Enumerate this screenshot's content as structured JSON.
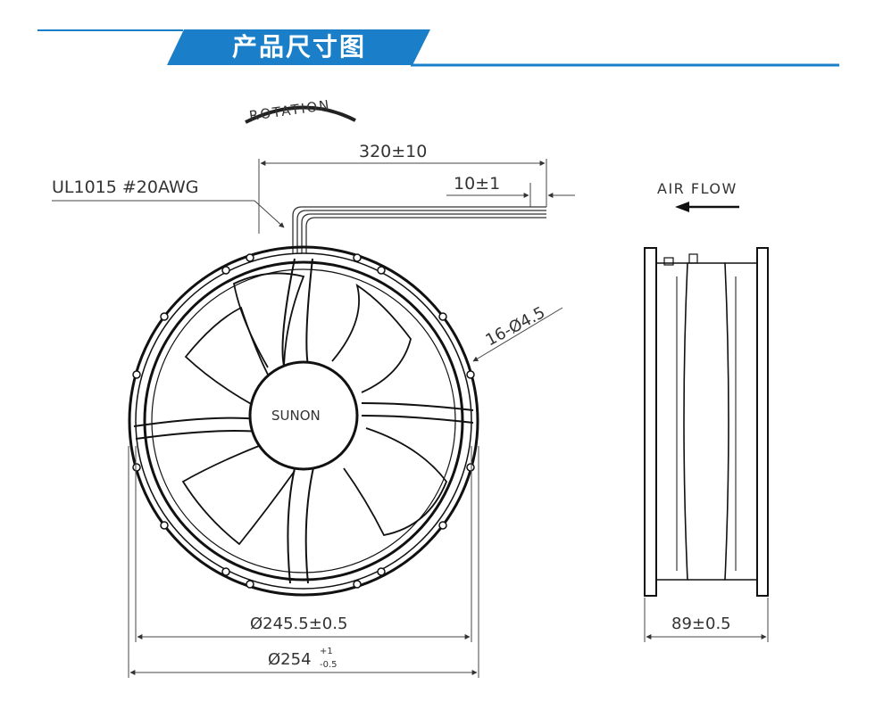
{
  "header": {
    "title": "产品尺寸图",
    "accent_color": "#1a7fc8"
  },
  "drawing": {
    "rotation_label": "ROTATION",
    "cable_length": "320±10",
    "strip_length": "10±1",
    "wire_spec": "UL1015  #20AWG",
    "mount_holes": "16-Ø4.5",
    "brand": "SUNON",
    "inner_diameter": "Ø245.5±0.5",
    "outer_diameter_main": "Ø254",
    "outer_tol_upper": "+1",
    "outer_tol_lower": "-0.5",
    "airflow_label": "AIR FLOW",
    "depth": "89±0.5"
  }
}
